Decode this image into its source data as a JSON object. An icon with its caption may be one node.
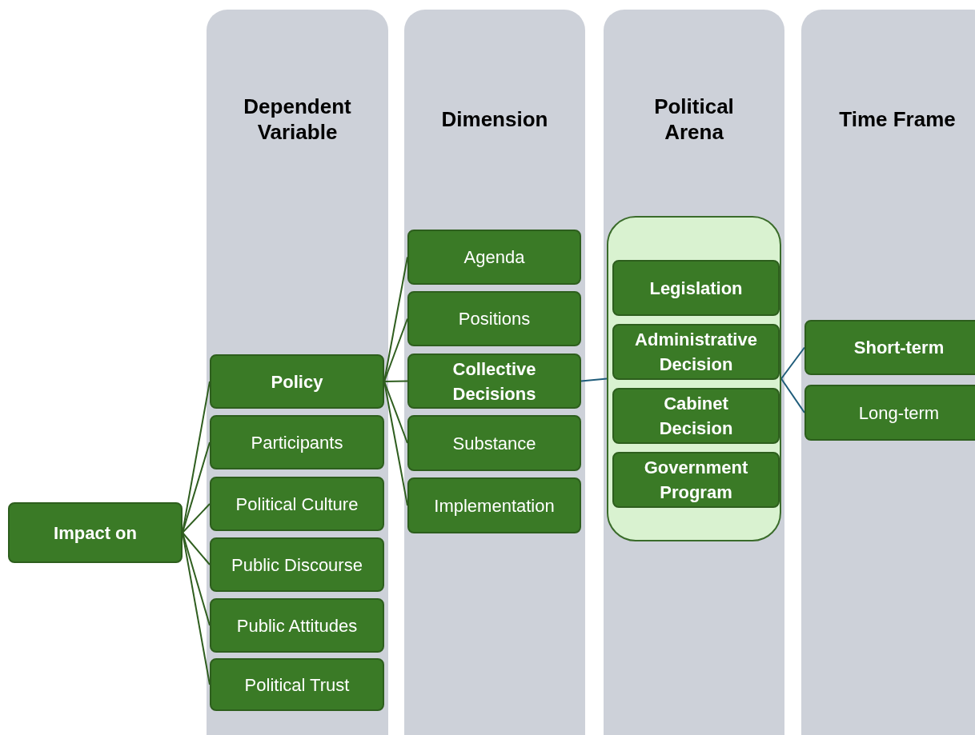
{
  "diagram": {
    "nodes": [
      {
        "text": [
          "Impact on"
        ]
      },
      {
        "text": [
          "Dependent Variable"
        ]
      },
      {
        "text": [
          "Policy"
        ],
        "in": 1
      },
      {
        "text": [
          "Participants"
        ],
        "in": 1
      },
      {
        "text": [
          "Political Culture"
        ],
        "in": 1
      },
      {
        "text": [
          "Public Discourse"
        ],
        "in": 1
      },
      {
        "text": [
          "Public Attitudes"
        ],
        "in": 1
      },
      {
        "text": [
          "Political Trust"
        ],
        "in": 1
      },
      {
        "text": [
          "Dimension"
        ]
      },
      {
        "text": [
          "Agenda"
        ],
        "in": 8
      },
      {
        "text": [
          "Positions"
        ],
        "in": 8
      },
      {
        "text": [
          "Collective Decisions"
        ],
        "in": 8
      },
      {
        "text": [
          "Substance"
        ],
        "in": 8
      },
      {
        "text": [
          "Implementation"
        ],
        "in": 8
      },
      {
        "text": [
          "Political Arena"
        ]
      },
      {
        "text": [],
        "shape": "box",
        "in": 14
      },
      {
        "text": [
          "Legislation"
        ],
        "in": 15
      },
      {
        "text": [
          "Administrative Decision"
        ],
        "in": 15
      },
      {
        "text": [
          "Cabinet Decision"
        ],
        "in": 15
      },
      {
        "text": [
          "Government Program"
        ],
        "in": 15
      },
      {
        "text": [
          "Time Frame"
        ]
      },
      {
        "text": [
          "Short-term"
        ],
        "in": 20
      },
      {
        "text": [
          "Long-term"
        ],
        "in": 20
      }
    ],
    "edges": [
      {
        "from": 0,
        "to": 2,
        "arrow": "none"
      },
      {
        "from": 0,
        "to": 3,
        "arrow": "none"
      },
      {
        "from": 0,
        "to": 4,
        "arrow": "none"
      },
      {
        "from": 0,
        "to": 5,
        "arrow": "none"
      },
      {
        "from": 0,
        "to": 6,
        "arrow": "none"
      },
      {
        "from": 0,
        "to": 7,
        "arrow": "none"
      },
      {
        "from": 2,
        "to": 9,
        "arrow": "none"
      },
      {
        "from": 2,
        "to": 10,
        "arrow": "none"
      },
      {
        "from": 2,
        "to": 11,
        "arrow": "none"
      },
      {
        "from": 2,
        "to": 12,
        "arrow": "none"
      },
      {
        "from": 2,
        "to": 13,
        "arrow": "none"
      },
      {
        "from": 11,
        "to": 15,
        "arrow": "none",
        "color": "#1f5c7a"
      },
      {
        "from": 15,
        "to": 21,
        "arrow": "none",
        "color": "#1f5c7a"
      },
      {
        "from": 15,
        "to": 22,
        "arrow": "none",
        "color": "#1f5c7a"
      }
    ]
  }
}
